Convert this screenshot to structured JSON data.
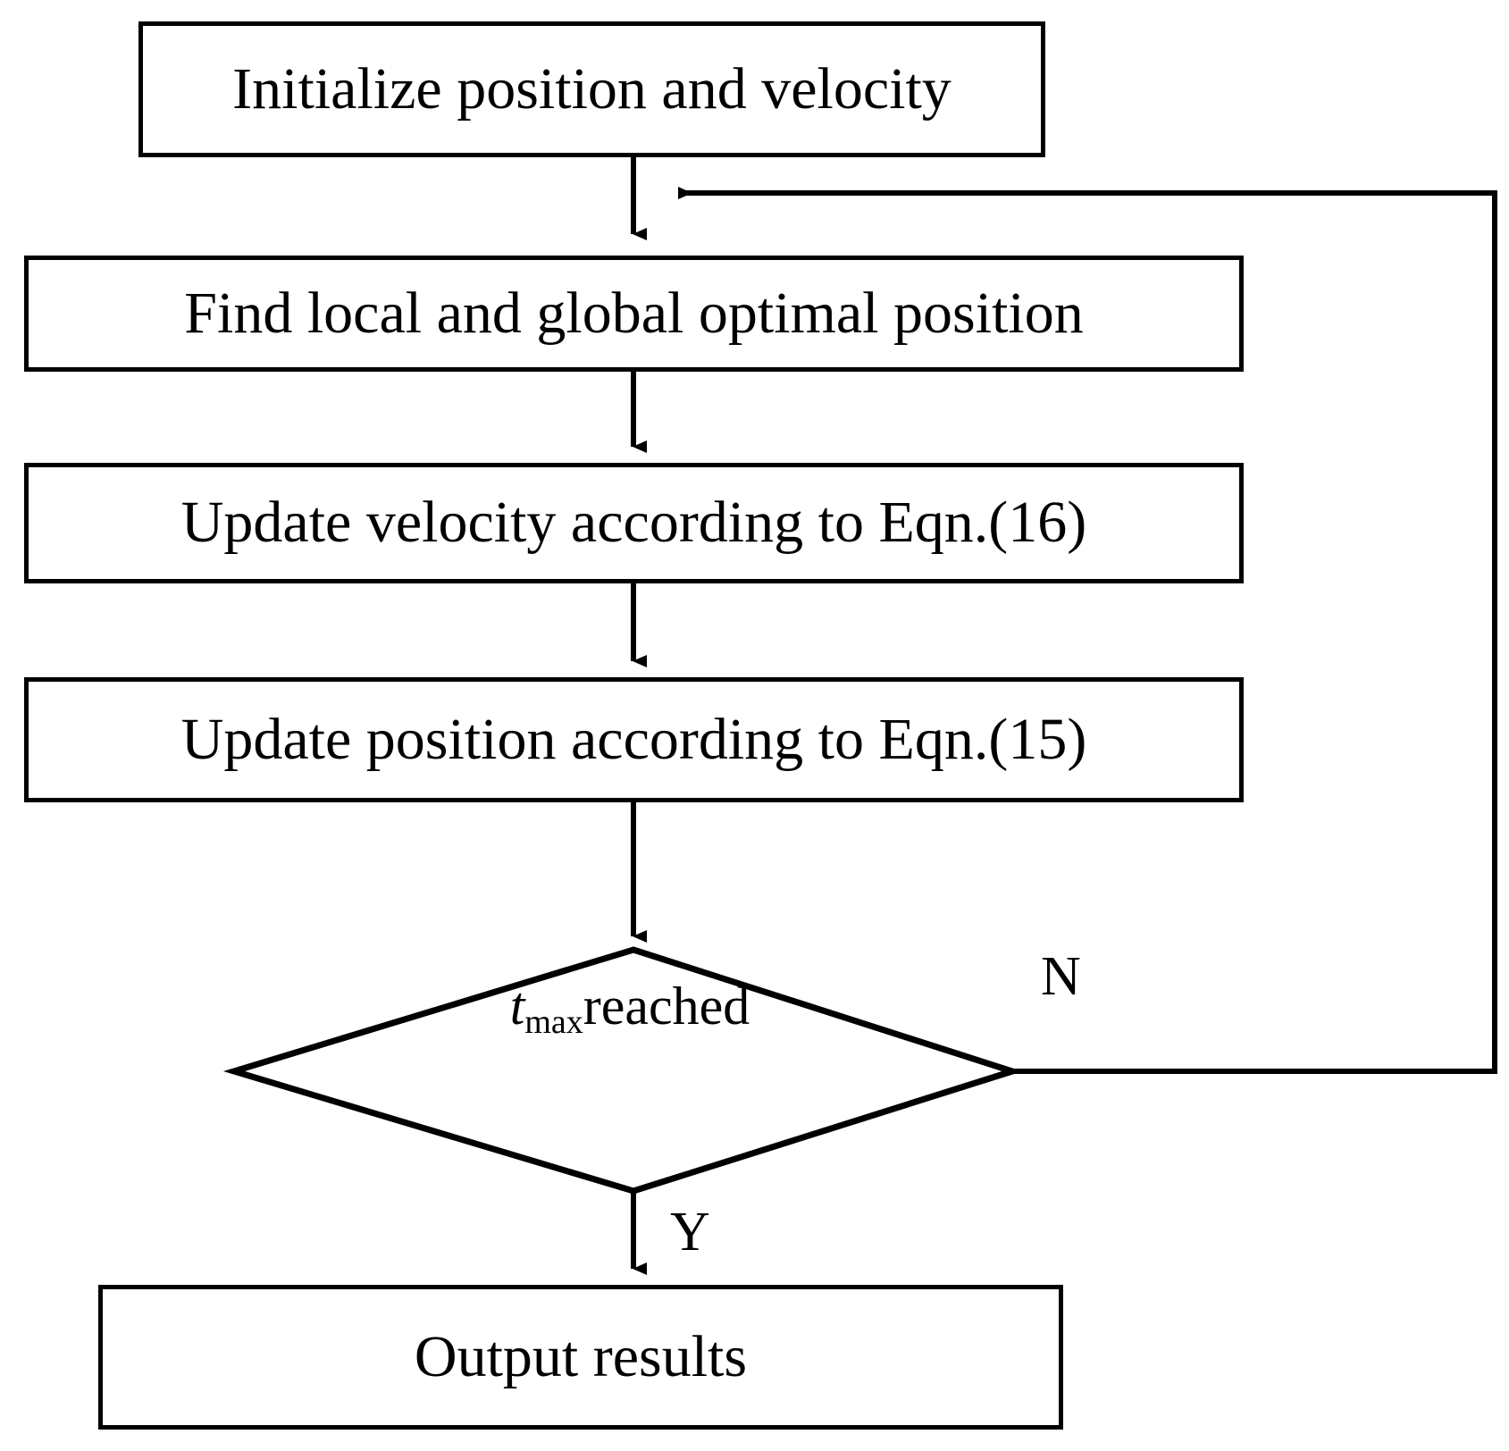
{
  "diagram": {
    "type": "flowchart",
    "title": "Particle Swarm Optimization procedure flowchart",
    "background_color": "#ffffff",
    "line_color": "#000000",
    "nodes": [
      {
        "id": "init",
        "shape": "rectangle",
        "label": "Initialize position and velocity"
      },
      {
        "id": "find",
        "shape": "rectangle",
        "label": "Find local and global optimal position"
      },
      {
        "id": "velocity",
        "shape": "rectangle",
        "label": "Update velocity according to Eqn.(16)"
      },
      {
        "id": "position",
        "shape": "rectangle",
        "label": "Update position according to Eqn.(15)"
      },
      {
        "id": "decision",
        "shape": "diamond",
        "label_var": "t",
        "label_sub": "max",
        "label_rest": "reached"
      },
      {
        "id": "output",
        "shape": "rectangle",
        "label": "Output results"
      }
    ],
    "edges": [
      {
        "from": "init",
        "to": "find",
        "label": ""
      },
      {
        "from": "find",
        "to": "velocity",
        "label": ""
      },
      {
        "from": "velocity",
        "to": "position",
        "label": ""
      },
      {
        "from": "position",
        "to": "decision",
        "label": ""
      },
      {
        "from": "decision",
        "to": "output",
        "label": "Y"
      },
      {
        "from": "decision",
        "to": "find",
        "label": "N"
      }
    ],
    "edge_labels": {
      "no": "N",
      "yes": "Y"
    }
  }
}
